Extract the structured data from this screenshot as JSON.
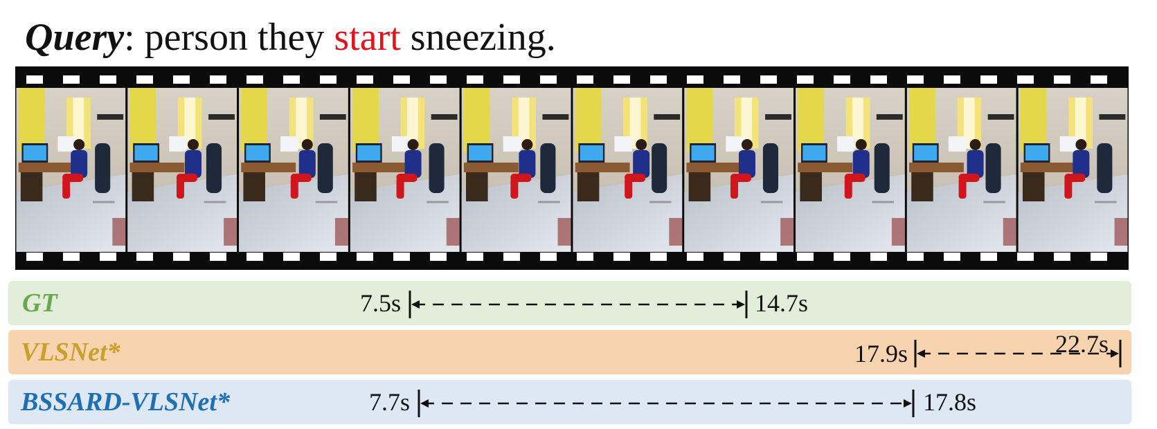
{
  "query": {
    "label": "Query",
    "text_before": ": person they ",
    "highlight": "start",
    "text_after": " sneezing."
  },
  "colors": {
    "highlight": "#e0141c",
    "gt": "#6aa84f",
    "vlsnet": "#c8a02c",
    "bssard": "#1f6fb4"
  },
  "filmstrip": {
    "frame_count": 10
  },
  "rows": [
    {
      "label": "GT",
      "start": "7.5s",
      "end": "14.7s"
    },
    {
      "label": "VLSNet*",
      "start": "17.9s",
      "end": "22.7s"
    },
    {
      "label": "BSSARD-VLSNet*",
      "start": "7.7s",
      "end": "17.8s"
    }
  ]
}
